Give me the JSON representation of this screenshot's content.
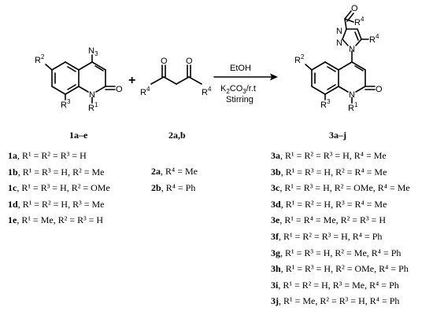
{
  "scheme": {
    "reactant1": {
      "label": "1a–e",
      "azide": "N",
      "azide_sub": "3",
      "oxygen": "O",
      "nitrogen": "N",
      "r1": "R",
      "r1_sup": "1",
      "r2": "R",
      "r2_sup": "2",
      "r3": "R",
      "r3_sup": "3"
    },
    "plus_sign": "+",
    "reactant2": {
      "label": "2a,b",
      "oxygen": "O",
      "r4": "R",
      "r4_sup": "4"
    },
    "conditions": {
      "solvent": "EtOH",
      "base_prefix": "K",
      "base_sub1": "2",
      "base_mid": "CO",
      "base_sub2": "3",
      "base_suffix": "/r.t",
      "mode": "Stirring"
    },
    "product": {
      "label": "3a–j",
      "n": "N",
      "oxygen": "O",
      "r1": "R",
      "r1_sup": "1",
      "r2": "R",
      "r2_sup": "2",
      "r3": "R",
      "r3_sup": "3",
      "r4": "R",
      "r4_sup": "4"
    }
  },
  "series1": [
    {
      "id": "1a",
      "text": ", R¹ = R² = R³ = H"
    },
    {
      "id": "1b",
      "text": ", R¹ = R³ = H, R² = Me"
    },
    {
      "id": "1c",
      "text": ", R¹ = R³ = H, R² = OMe"
    },
    {
      "id": "1d",
      "text": ", R¹ = R² = H, R³ = Me"
    },
    {
      "id": "1e",
      "text": ", R¹ = Me, R² = R³ = H"
    }
  ],
  "series2": [
    {
      "id": "2a",
      "text": ", R⁴ = Me"
    },
    {
      "id": "2b",
      "text": ", R⁴ = Ph"
    }
  ],
  "series3": [
    {
      "id": "3a",
      "text": ", R¹ = R² = R³ = H, R⁴ = Me"
    },
    {
      "id": "3b",
      "text": ", R¹ = R³ = H, R² = R⁴ = Me"
    },
    {
      "id": "3c",
      "text": ", R¹ = R³ = H, R² = OMe, R⁴ = Me"
    },
    {
      "id": "3d",
      "text": ", R¹ = R² = H, R³ = R⁴ = Me"
    },
    {
      "id": "3e",
      "text": ", R¹ = R⁴ = Me, R² = R³ = H"
    },
    {
      "id": "3f",
      "text": ", R¹ = R² = R³ = H, R⁴ = Ph"
    },
    {
      "id": "3g",
      "text": ", R¹ = R³ = H, R² = Me, R⁴ = Ph"
    },
    {
      "id": "3h",
      "text": ", R¹ = R³ = H, R² = OMe, R⁴ = Ph"
    },
    {
      "id": "3i",
      "text": ", R¹ = R² = H, R³ = Me, R⁴ = Ph"
    },
    {
      "id": "3j",
      "text": ", R¹ = Me, R² = R³ = H, R⁴ = Ph"
    }
  ]
}
